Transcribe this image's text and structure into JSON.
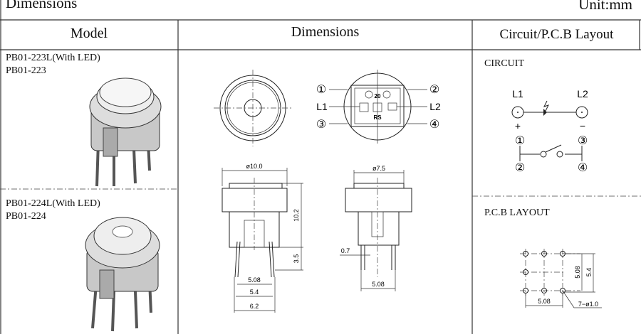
{
  "page": {
    "title": "Dimensions",
    "unit": "Unit:mm"
  },
  "headers": {
    "model": "Model",
    "dimensions": "Dimensions",
    "circuit": "Circuit/P.C.B Layout"
  },
  "models": [
    {
      "name_led": "PB01-223L(With LED)",
      "name": "PB01-223"
    },
    {
      "name_led": "PB01-224L(With LED)",
      "name": "PB01-224"
    }
  ],
  "top_view": {
    "pin1": "①",
    "pin2": "②",
    "pin3": "③",
    "pin4": "④",
    "l1": "L1",
    "l2": "L2",
    "mark_top": "20",
    "mark_bottom": "RS"
  },
  "side_view_front": {
    "diameter": "ø10.0",
    "height": "10.2",
    "pin_length": "3.5",
    "pitch": "5.08",
    "width_inner": "5.4",
    "width_outer": "6.2"
  },
  "side_view_side": {
    "diameter": "ø7.5",
    "pin_width": "0.7",
    "pitch": "5.08"
  },
  "circuit": {
    "label": "CIRCUIT",
    "l1": "L1",
    "l2": "L2",
    "plus": "+",
    "minus": "−",
    "pin1": "①",
    "pin2": "②",
    "pin3": "③",
    "pin4": "④"
  },
  "pcb": {
    "label": "P.C.B LAYOUT",
    "pitch_v": "5.08",
    "span_v": "5.4",
    "pitch_h": "5.08",
    "holes": "7−ø1.0"
  }
}
